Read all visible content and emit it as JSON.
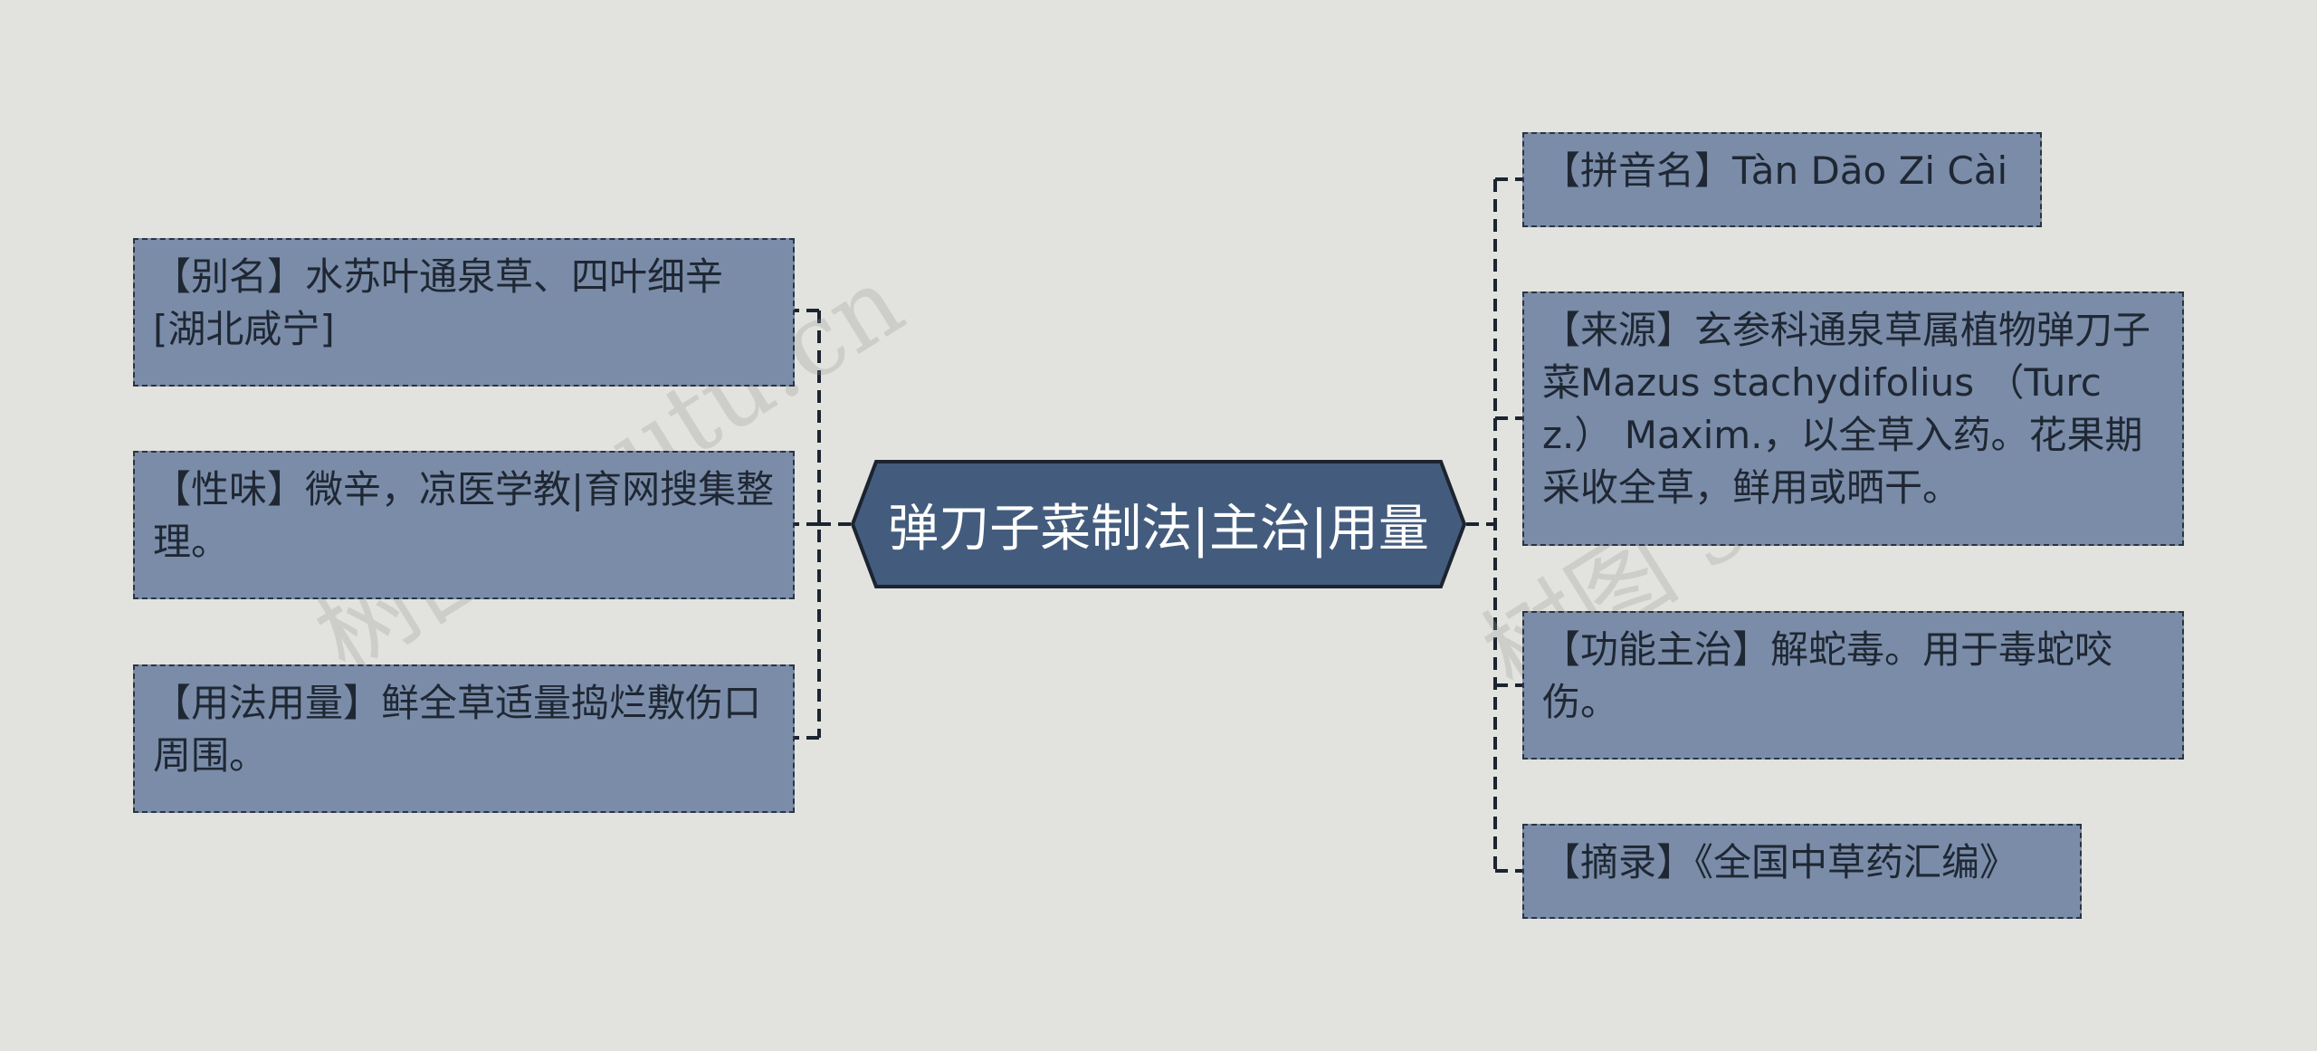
{
  "colors": {
    "background": "#e2e3de",
    "node_fill": "#7a8ca8",
    "node_border": "#2b3440",
    "center_fill": "#435c7e",
    "center_border": "#1c2430",
    "connector": "#1c2430"
  },
  "center": {
    "title": "弹刀子菜制法|主治|用量"
  },
  "left_nodes": [
    {
      "text": "【别名】水苏叶通泉草、四叶细辛[湖北咸宁]"
    },
    {
      "text": "【性味】微辛，凉医学教|育网搜集整理。"
    },
    {
      "text": "【用法用量】鲜全草适量捣烂敷伤口周围。"
    }
  ],
  "right_nodes": [
    {
      "text": "【拼音名】Tàn Dāo Zi Cài"
    },
    {
      "text": "【来源】玄参科通泉草属植物弹刀子菜Mazus stachydifolius （Turcz.） Maxim.，以全草入药。花果期采收全草，鲜用或晒干。"
    },
    {
      "text": "【功能主治】解蛇毒。用于毒蛇咬伤。"
    },
    {
      "text": "【摘录】《全国中草药汇编》"
    }
  ],
  "watermarks": [
    {
      "text": "树图 shutu.cn"
    },
    {
      "text": "树图 shutu.cn"
    }
  ]
}
